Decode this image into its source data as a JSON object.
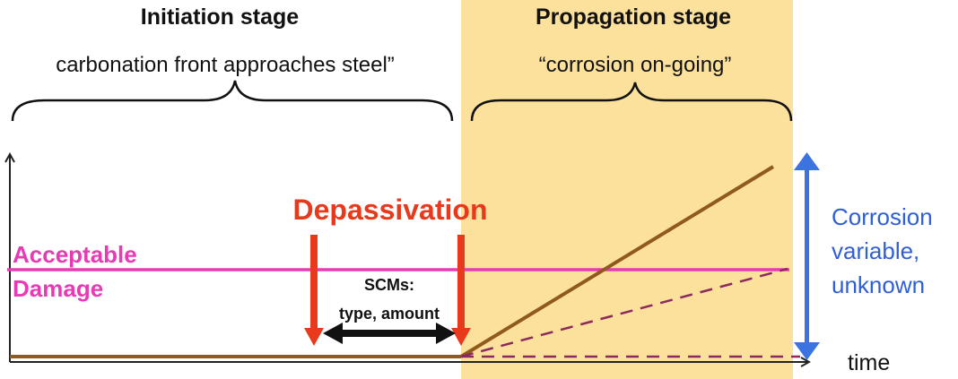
{
  "initiation": {
    "title": "Initiation stage",
    "quote": "carbonation front  approaches steel”"
  },
  "propagation": {
    "title": "Propagation stage",
    "quote": "“corrosion on-going”"
  },
  "depassivation": {
    "label": "Depassivation"
  },
  "acceptable_damage": {
    "line1": "Acceptable",
    "line2": "Damage"
  },
  "scms": {
    "line1": "SCMs:",
    "line2": "type, amount"
  },
  "corrosion_note": {
    "line1": "Corrosion",
    "line2": "variable,",
    "line3": "unknown"
  },
  "axis": {
    "x_label": "time"
  },
  "colors": {
    "propagation_fill": "#fce19c",
    "acceptable": "#e63bb4",
    "depassivation": "#e8391c",
    "damage_line": "#8f5a1c",
    "damage_dashed": "#8c2a5e",
    "corrosion_arrow": "#3b73e0",
    "corrosion_text": "#2f5fd6",
    "axis": "#222222"
  }
}
